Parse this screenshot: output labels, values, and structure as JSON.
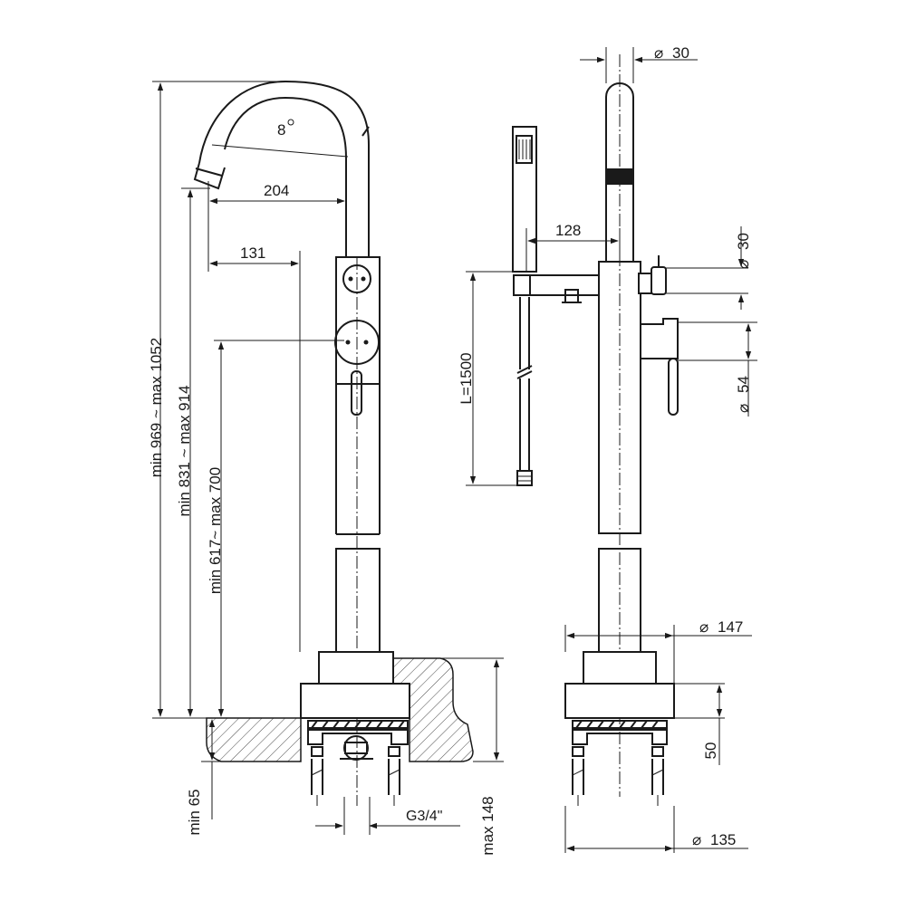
{
  "dimensions": {
    "angle": "8",
    "spout_reach": "204",
    "lever_offset": "131",
    "total_height": "min 969 ~ max 1052",
    "spout_height": "min 831 ~ max 914",
    "lever_height": "min 617~ max 700",
    "floor_min": "min 65",
    "connection": "G3/4\"",
    "depth_max": "max 148",
    "hose_length": "L=1500",
    "hand_shower_offset": "128",
    "tube_diameter": "30",
    "lever_diameter": "30",
    "diverter_diameter": "54",
    "cover_diameter": "147",
    "base_height": "50",
    "base_diameter": "135"
  },
  "symbols": {
    "diameter": "⌀"
  },
  "colors": {
    "line": "#1a1a1a",
    "background": "#ffffff"
  }
}
